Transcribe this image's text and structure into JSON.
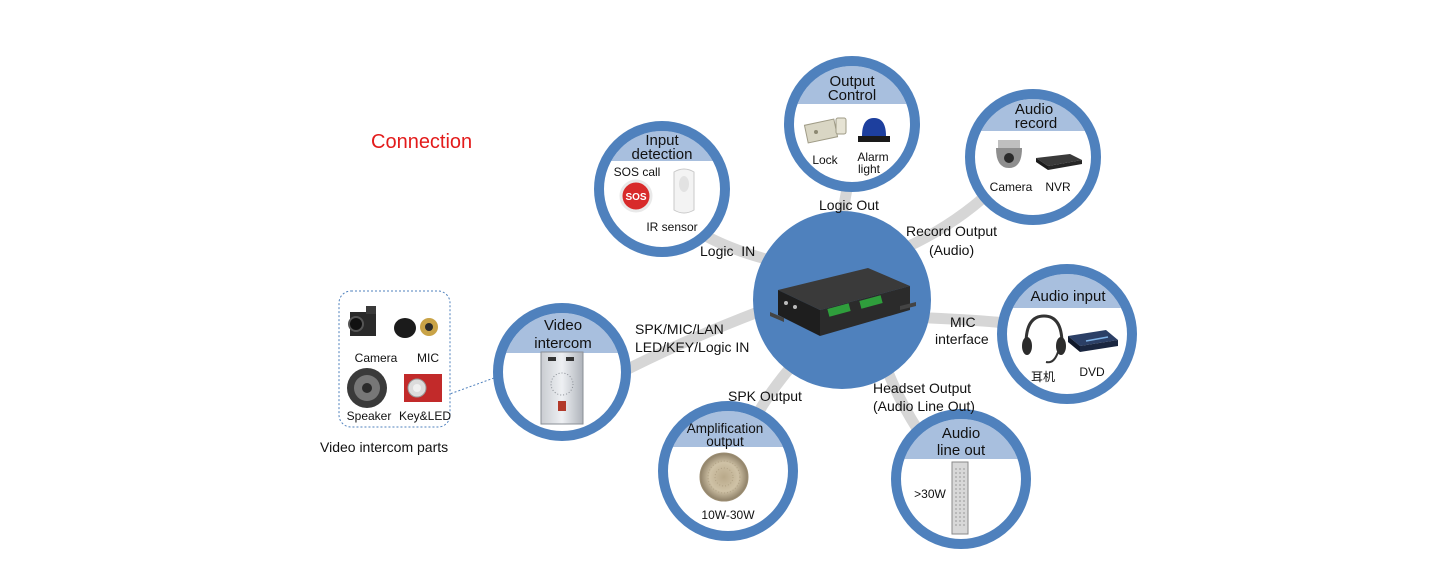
{
  "title": "Connection",
  "parts_caption": "Video intercom parts",
  "parts": [
    "Camera",
    "MIC",
    "Speaker",
    "Key&LED"
  ],
  "nodes": {
    "input_detection": {
      "header": [
        "Input",
        "detection"
      ],
      "items": [
        "SOS call",
        "IR sensor"
      ],
      "sos_text": "SOS"
    },
    "output_control": {
      "header": [
        "Output",
        "Control"
      ],
      "items": [
        "Lock",
        "Alarm",
        "light"
      ]
    },
    "audio_record": {
      "header": [
        "Audio",
        "record"
      ],
      "items": [
        "Camera",
        "NVR"
      ]
    },
    "audio_input": {
      "header": [
        "Audio input"
      ],
      "items": [
        "耳机",
        "DVD"
      ]
    },
    "audio_line_out": {
      "header": [
        "Audio",
        "line out"
      ],
      "items": [
        ">30W"
      ]
    },
    "amplification": {
      "header": [
        "Amplification",
        "output"
      ],
      "items": [
        "10W-30W"
      ]
    },
    "video_intercom": {
      "header": [
        "Video",
        "intercom"
      ]
    }
  },
  "links": {
    "logic_in": "Logic  IN",
    "logic_out": "Logic Out",
    "record_output": [
      "Record Output",
      "(Audio)"
    ],
    "mic_interface": [
      "MIC",
      "interface"
    ],
    "headset_output": [
      "Headset Output",
      "(Audio Line Out)"
    ],
    "spk_output": "SPK Output",
    "spk_mic_lan": [
      "SPK/MIC/LAN",
      "LED/KEY/Logic IN"
    ]
  },
  "colors": {
    "ring": "#4f81bd",
    "header_band": "#a8bfde",
    "hub": "#4f81bd",
    "connector": "#d6d6d6",
    "title": "#e31b1b"
  }
}
